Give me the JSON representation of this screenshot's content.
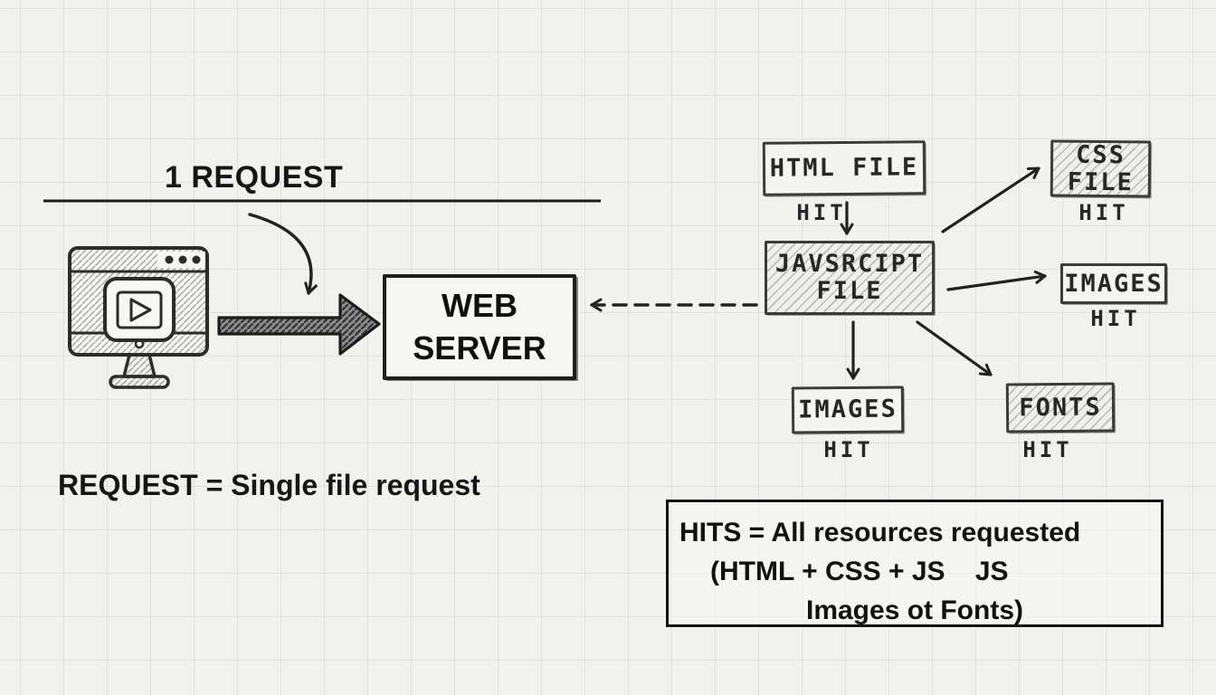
{
  "colors": {
    "ink": "#242424",
    "paper": "#f1f1ee",
    "grid_line": "#b8bec4",
    "hatch": "#4a4a4a"
  },
  "header": {
    "title": "1 REQUEST"
  },
  "client": {
    "icon": "monitor-video-player-icon"
  },
  "server": {
    "line1": "WEB",
    "line2": "SERVER"
  },
  "flow": {
    "html_file": {
      "label": "HTML FILE",
      "hit": "HIT"
    },
    "javascript_file": {
      "line1": "JAVSRCIPT",
      "line2": "FILE"
    },
    "css_file": {
      "line1": "CSS",
      "line2": "FILE",
      "hit": "HIT"
    },
    "images_right": {
      "label": "IMAGES",
      "hit": "HIT"
    },
    "images_bottom": {
      "label": "IMAGES",
      "hit": "HIT"
    },
    "fonts": {
      "label": "FONTS",
      "hit": "HIT"
    }
  },
  "notes": {
    "request_definition": "REQUEST = Single file request",
    "hits_line1": "HITS = All resources requested",
    "hits_line2": "(HTML + CSS + JS    JS",
    "hits_line3": "Images ot Fonts)"
  }
}
